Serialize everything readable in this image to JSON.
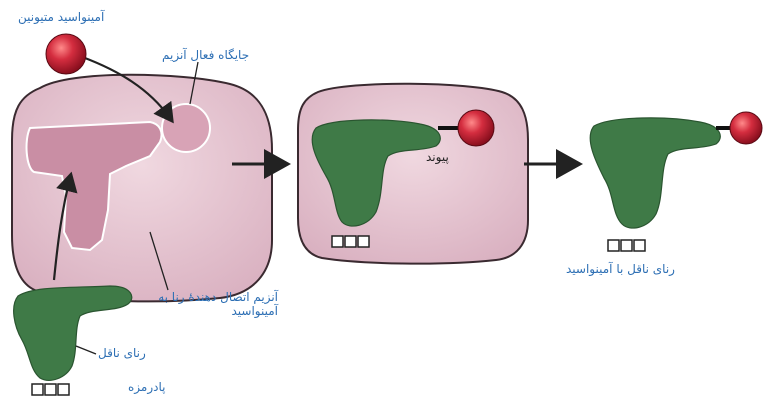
{
  "labels": {
    "amino_acid_methionine": "آمینواسید متیونین",
    "enzyme_active_site": "جایگاه فعال آنزیم",
    "enzyme_line1": "آنزیم اتصال دهندۀ رنا به",
    "enzyme_line2": "آمینواسید",
    "transfer_rna": "رنای ناقل",
    "anticodon": "پادرمزه",
    "bond": "پیوند",
    "trna_with_amino_acid": "رنای ناقل با آمینواسید"
  },
  "colors": {
    "label_blue": "#2d6fb4",
    "enzyme_fill": "#e3c2ce",
    "pocket_fill": "#c98ea4",
    "trna_green": "#3f7a47",
    "amino_acid_red": "#c8283a",
    "arrow": "#222222"
  }
}
